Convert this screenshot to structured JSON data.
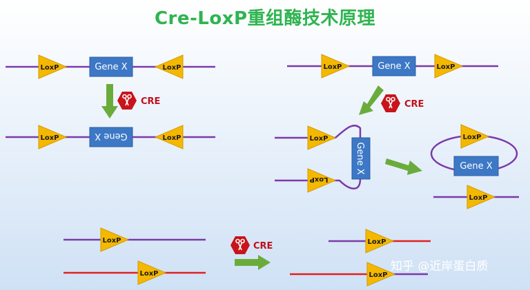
{
  "title": "Cre-LoxP重组酶技术原理",
  "loxp_label": "LoxP",
  "gene_label": "Gene X",
  "cre_label": "CRE",
  "watermark": "知乎 @近岸蛋白质",
  "colors": {
    "title": "#2fb450",
    "purple_dna": "#7a3aa8",
    "red_dna": "#e02020",
    "loxp_fill": "#f5b800",
    "gene_fill": "#3d78c6",
    "arrow": "#6aac3c",
    "cre_icon": "#c8141c"
  }
}
